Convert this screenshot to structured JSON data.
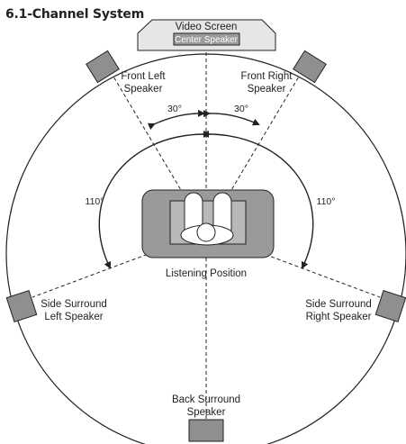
{
  "title": "6.1-Channel System",
  "screen": {
    "label": "Video Screen",
    "center": "Center Speaker"
  },
  "speakers": {
    "front_left": [
      "Front Left",
      "Speaker"
    ],
    "front_right": [
      "Front Right",
      "Speaker"
    ],
    "side_left": [
      "Side Surround",
      "Left Speaker"
    ],
    "side_right": [
      "Side Surround",
      "Right Speaker"
    ],
    "back": [
      "Back Surround",
      "Speaker"
    ]
  },
  "angles": {
    "front_left": "30°",
    "front_right": "30°",
    "side_left": "110°",
    "side_right": "110°"
  },
  "listening": "Listening Position",
  "colors": {
    "speaker_fill": "#8f8f8f",
    "sofa_fill": "#9a9a9a",
    "screen_fill": "#e6e6e6",
    "line": "#222222"
  }
}
